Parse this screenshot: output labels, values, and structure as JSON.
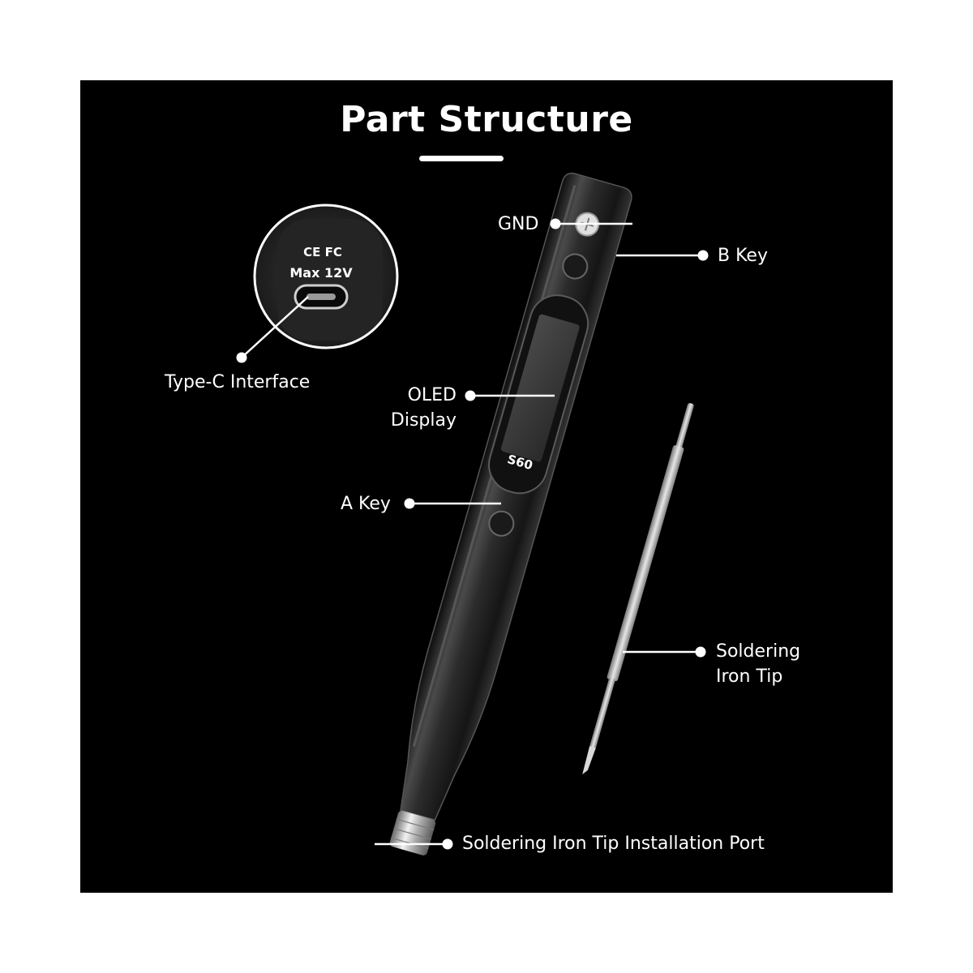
{
  "title": "Part Structure",
  "colors": {
    "background": "#000000",
    "page": "#ffffff",
    "text": "#ffffff",
    "leader_line": "#ffffff",
    "pen_body": "#2a2a2a",
    "screen": "#3a3a3a",
    "metal": "#c8c8c8"
  },
  "callouts": {
    "gnd": "GND",
    "b_key": "B Key",
    "type_c": "Type-C Interface",
    "oled": {
      "line1": "OLED",
      "line2": "Display"
    },
    "a_key": "A Key",
    "tip": {
      "line1": "Soldering",
      "line2": "Iron Tip"
    },
    "port": "Soldering Iron Tip Installation Port"
  },
  "device": {
    "model": "S60",
    "certification": "CE FC",
    "port_rating": "Max 12V"
  }
}
